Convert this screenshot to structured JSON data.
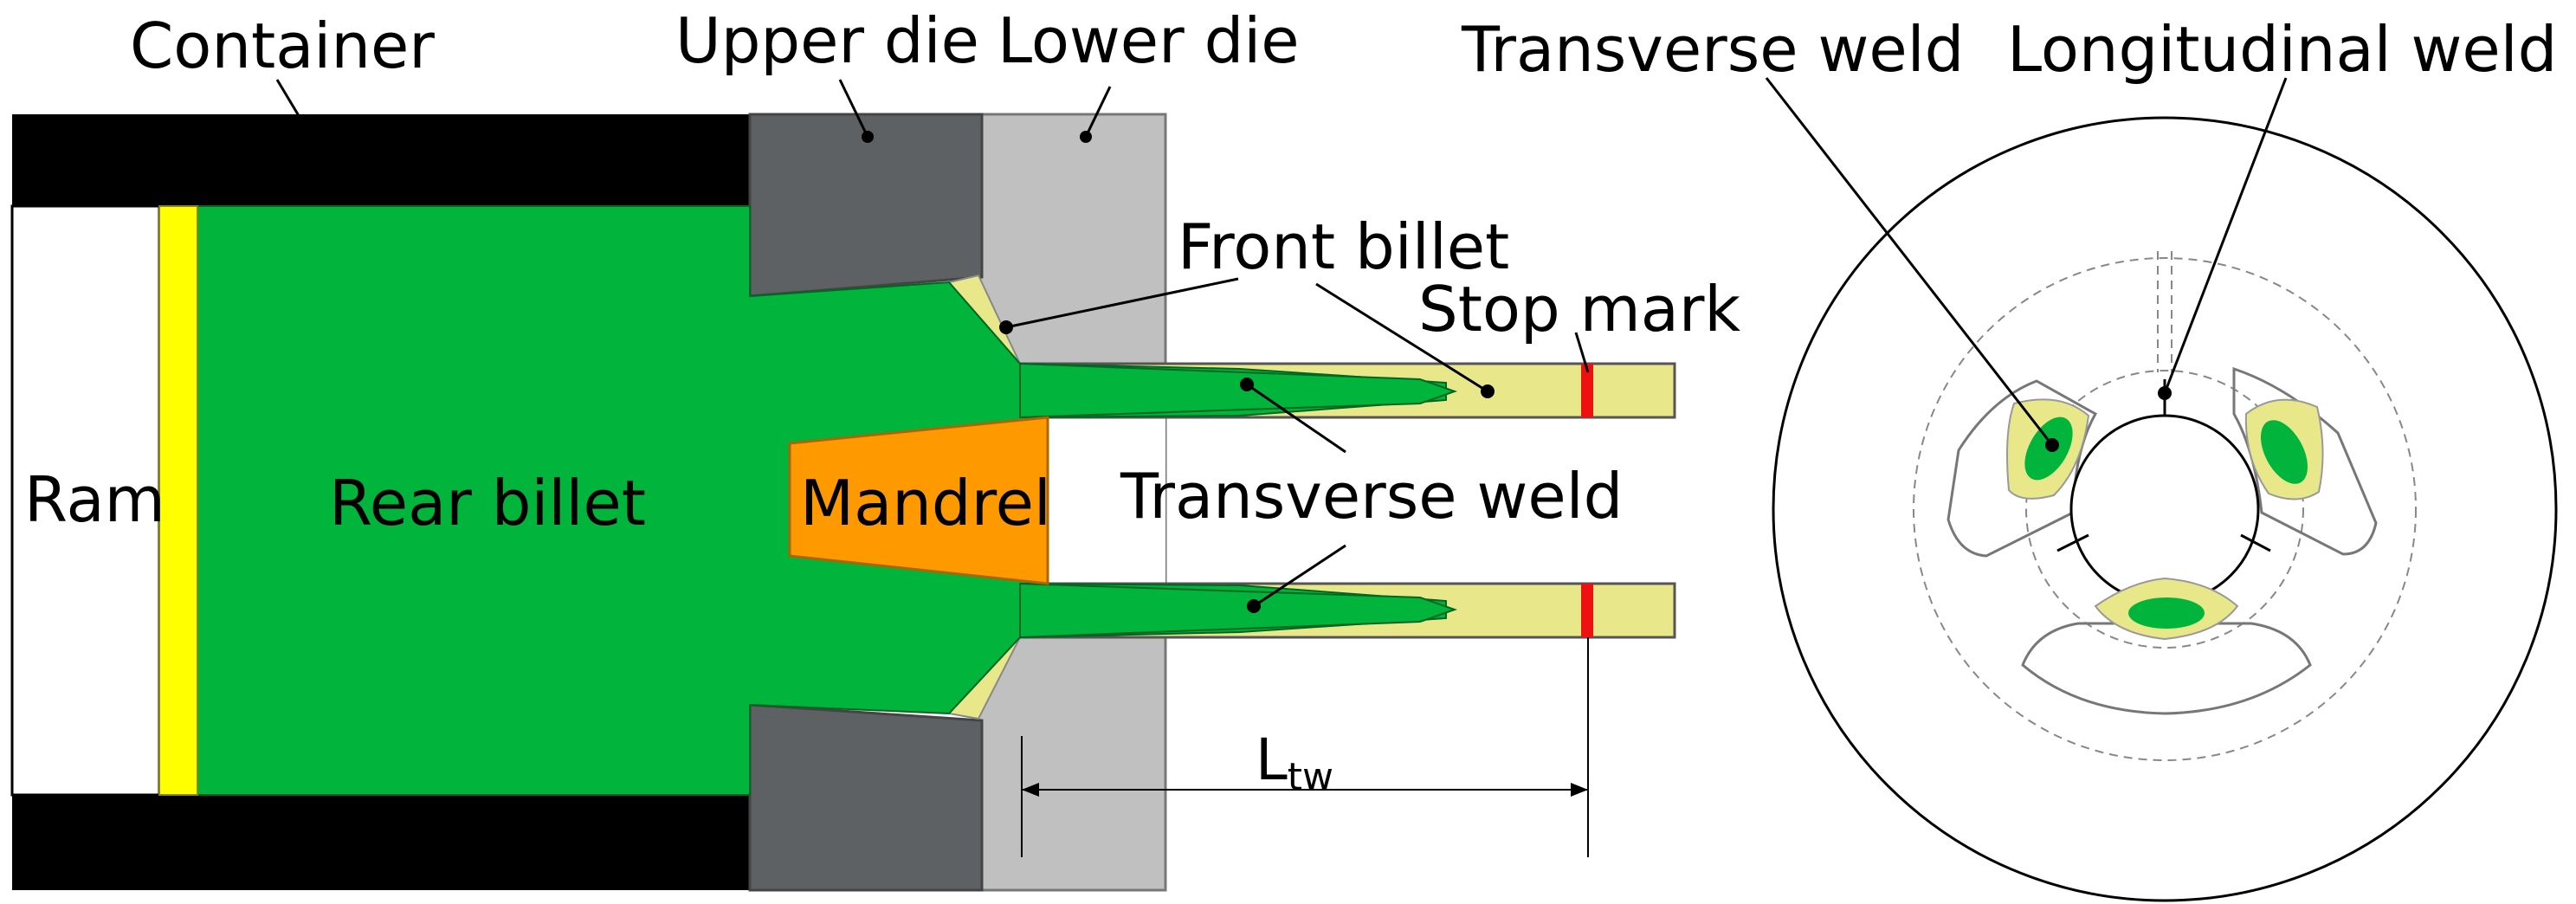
{
  "labels": {
    "container": "Container",
    "upper_die": "Upper die",
    "lower_die": "Lower die",
    "front_billet": "Front billet",
    "stop_mark": "Stop mark",
    "ram": "Ram",
    "rear_billet": "Rear billet",
    "mandrel": "Mandrel",
    "transverse_weld_left": "Transverse weld",
    "length_main": "L",
    "length_sub": "tw",
    "transverse_weld_right": "Transverse weld",
    "longitudinal_weld": "Longitudinal weld"
  },
  "colors": {
    "container": "#000000",
    "upper_die": "#5e6163",
    "lower_die": "#c0c0c0",
    "rear_billet": "#00b43c",
    "front_billet": "#e8e88a",
    "ram_pad": "#ffff00",
    "mandrel": "#ff9900",
    "stop_mark": "#ee1111",
    "background": "#ffffff"
  }
}
